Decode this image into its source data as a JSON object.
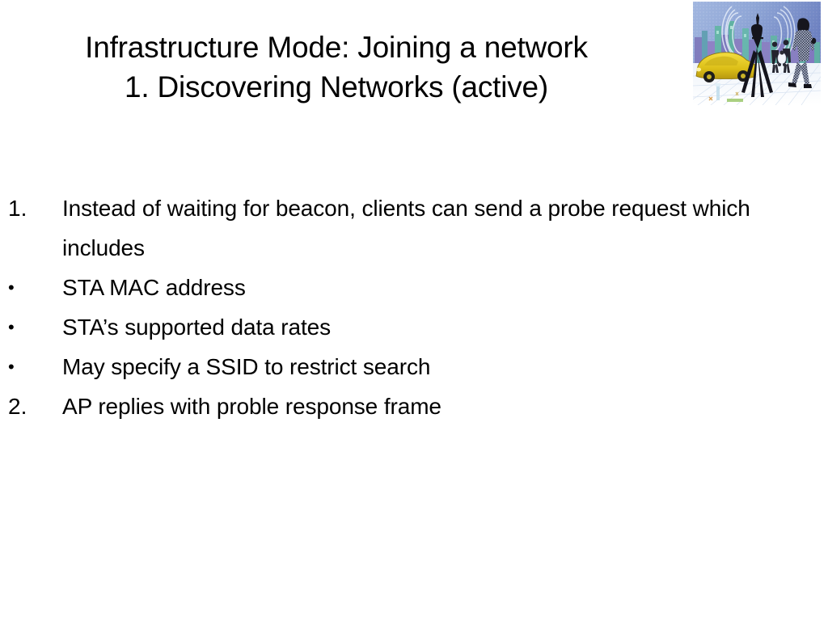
{
  "slide": {
    "background_color": "#ffffff",
    "text_color": "#000000"
  },
  "title": {
    "line1": "Infrastructure Mode: Joining a network",
    "line2": "1. Discovering Networks (active)"
  },
  "body": {
    "items": [
      {
        "marker": "1.",
        "marker_type": "number",
        "text": "Instead of waiting for beacon, clients can send a probe request which includes"
      },
      {
        "marker": "•",
        "marker_type": "bullet",
        "text": "STA MAC address"
      },
      {
        "marker": "•",
        "marker_type": "bullet",
        "text": "STA’s supported data rates"
      },
      {
        "marker": "•",
        "marker_type": "bullet",
        "text": "May specify a SSID to restrict search"
      },
      {
        "marker": "2.",
        "marker_type": "number",
        "text": "AP replies with proble response frame"
      }
    ]
  },
  "clipart": {
    "alt": "Illustration of a city street with a yellow car, a radio antenna tower emitting wireless signal waves, and pedestrians walking",
    "colors": {
      "sky_light": "#9db3dd",
      "sky_dark": "#6a7fc0",
      "skyline_teal": "#63b6a8",
      "skyline_purple": "#7a72b8",
      "car_yellow": "#e8c81e",
      "car_yellow_dark": "#b79a12",
      "ground_white": "#f4f7fb",
      "grid_line": "#cfdbe8",
      "figure_black": "#1a1a22",
      "wave_light": "#d7e2f2"
    }
  }
}
